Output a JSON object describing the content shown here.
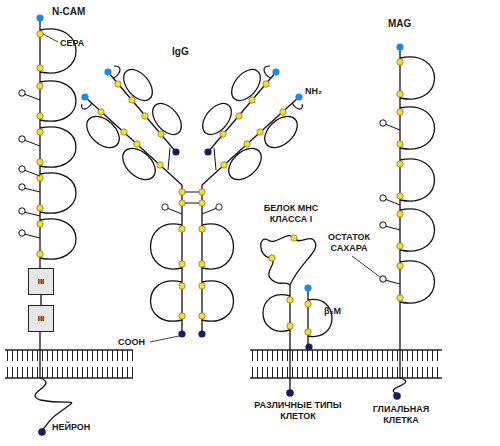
{
  "diagram": {
    "nodes": [
      {
        "text": [
          "III"
        ]
      },
      {
        "text": [
          "III"
        ]
      }
    ],
    "edges": [
      {
        "from": 0,
        "to": 1,
        "arrow": "none"
      }
    ],
    "labels": [
      "N-CAM",
      "СЕРА",
      "IgG",
      "NH₂",
      "COOH",
      "БЕЛОК МНС КЛАССА I",
      "β₂M",
      "MAG",
      "ОСТАТОК САХАРА",
      "НЕЙРОН",
      "РАЗЛИЧНЫЕ ТИПЫ КЛЕТОК",
      "ГЛИАЛЬНАЯ КЛЕТКА"
    ]
  }
}
